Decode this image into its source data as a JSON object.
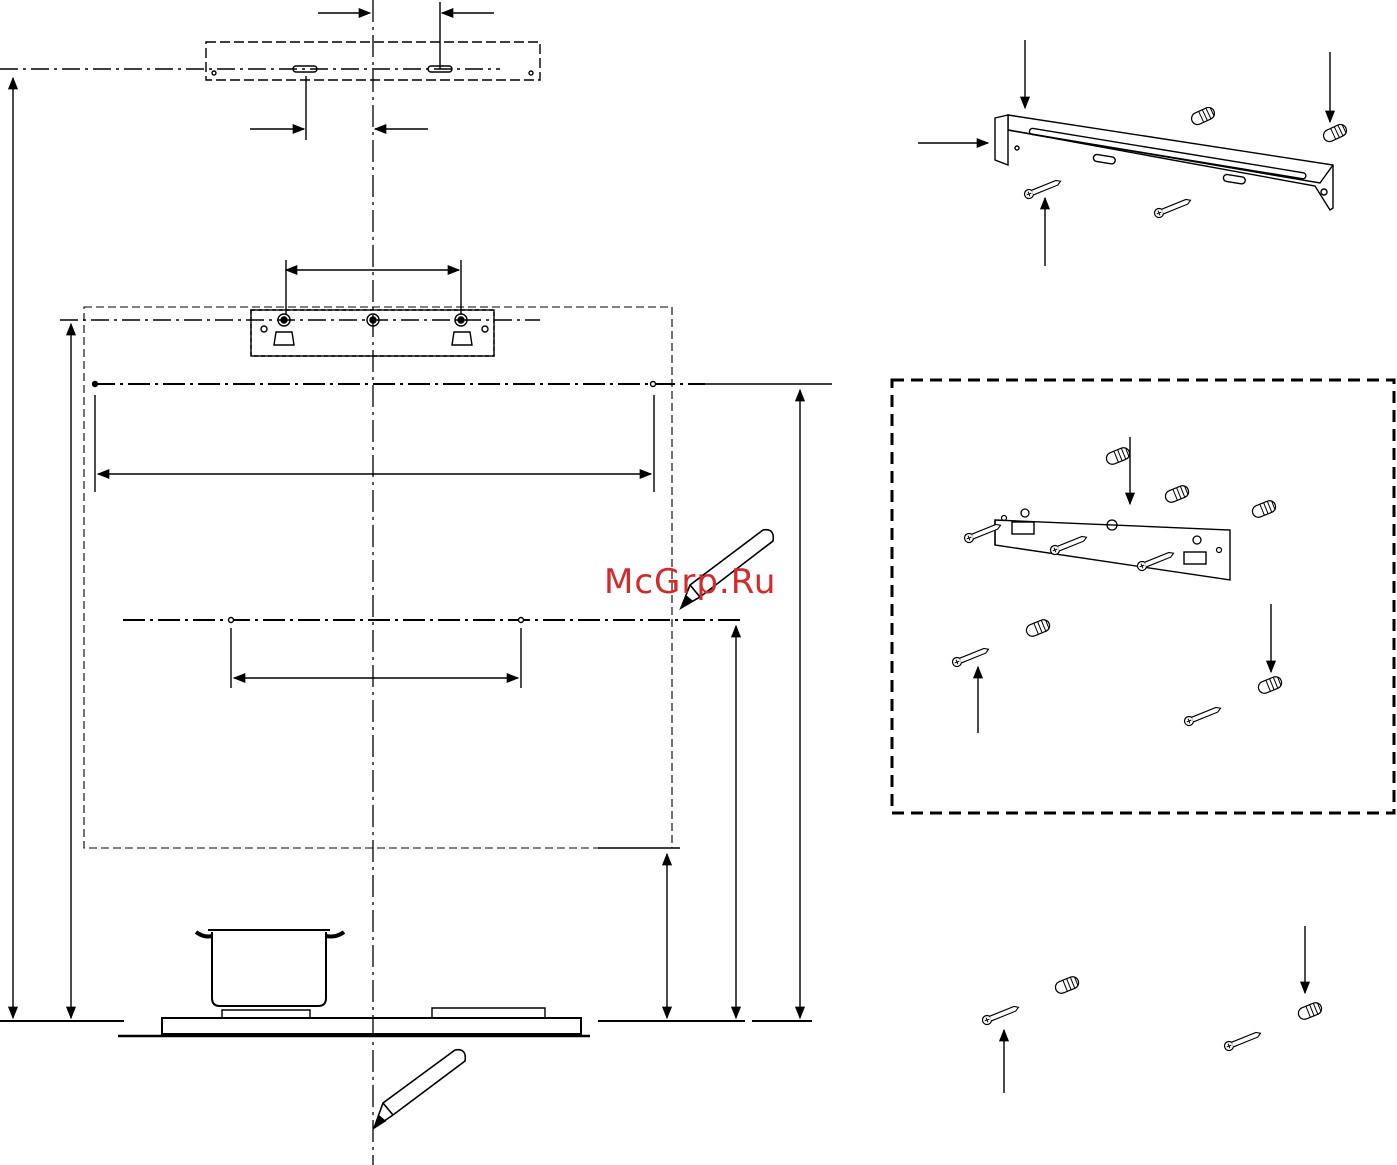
{
  "watermark": {
    "text": "McGrp.Ru",
    "color": "#d42a2a"
  },
  "colors": {
    "line": "#000000",
    "background": "#ffffff"
  },
  "illustrations": {
    "top_bracket_plan": "wall-bracket-dimension-view",
    "main_elevation": "hood-over-hob-installation-elevation",
    "bracket_kit_a": "bracket-with-screws-and-wall-plugs",
    "bracket_kit_b_boxed": "alternative-bracket-with-screws-and-wall-plugs",
    "loose_fixings": "screws-and-wall-plugs"
  },
  "icons": [
    "pencil-icon",
    "pot-icon",
    "screw-icon",
    "wall-plug-icon",
    "arrow-icon"
  ]
}
